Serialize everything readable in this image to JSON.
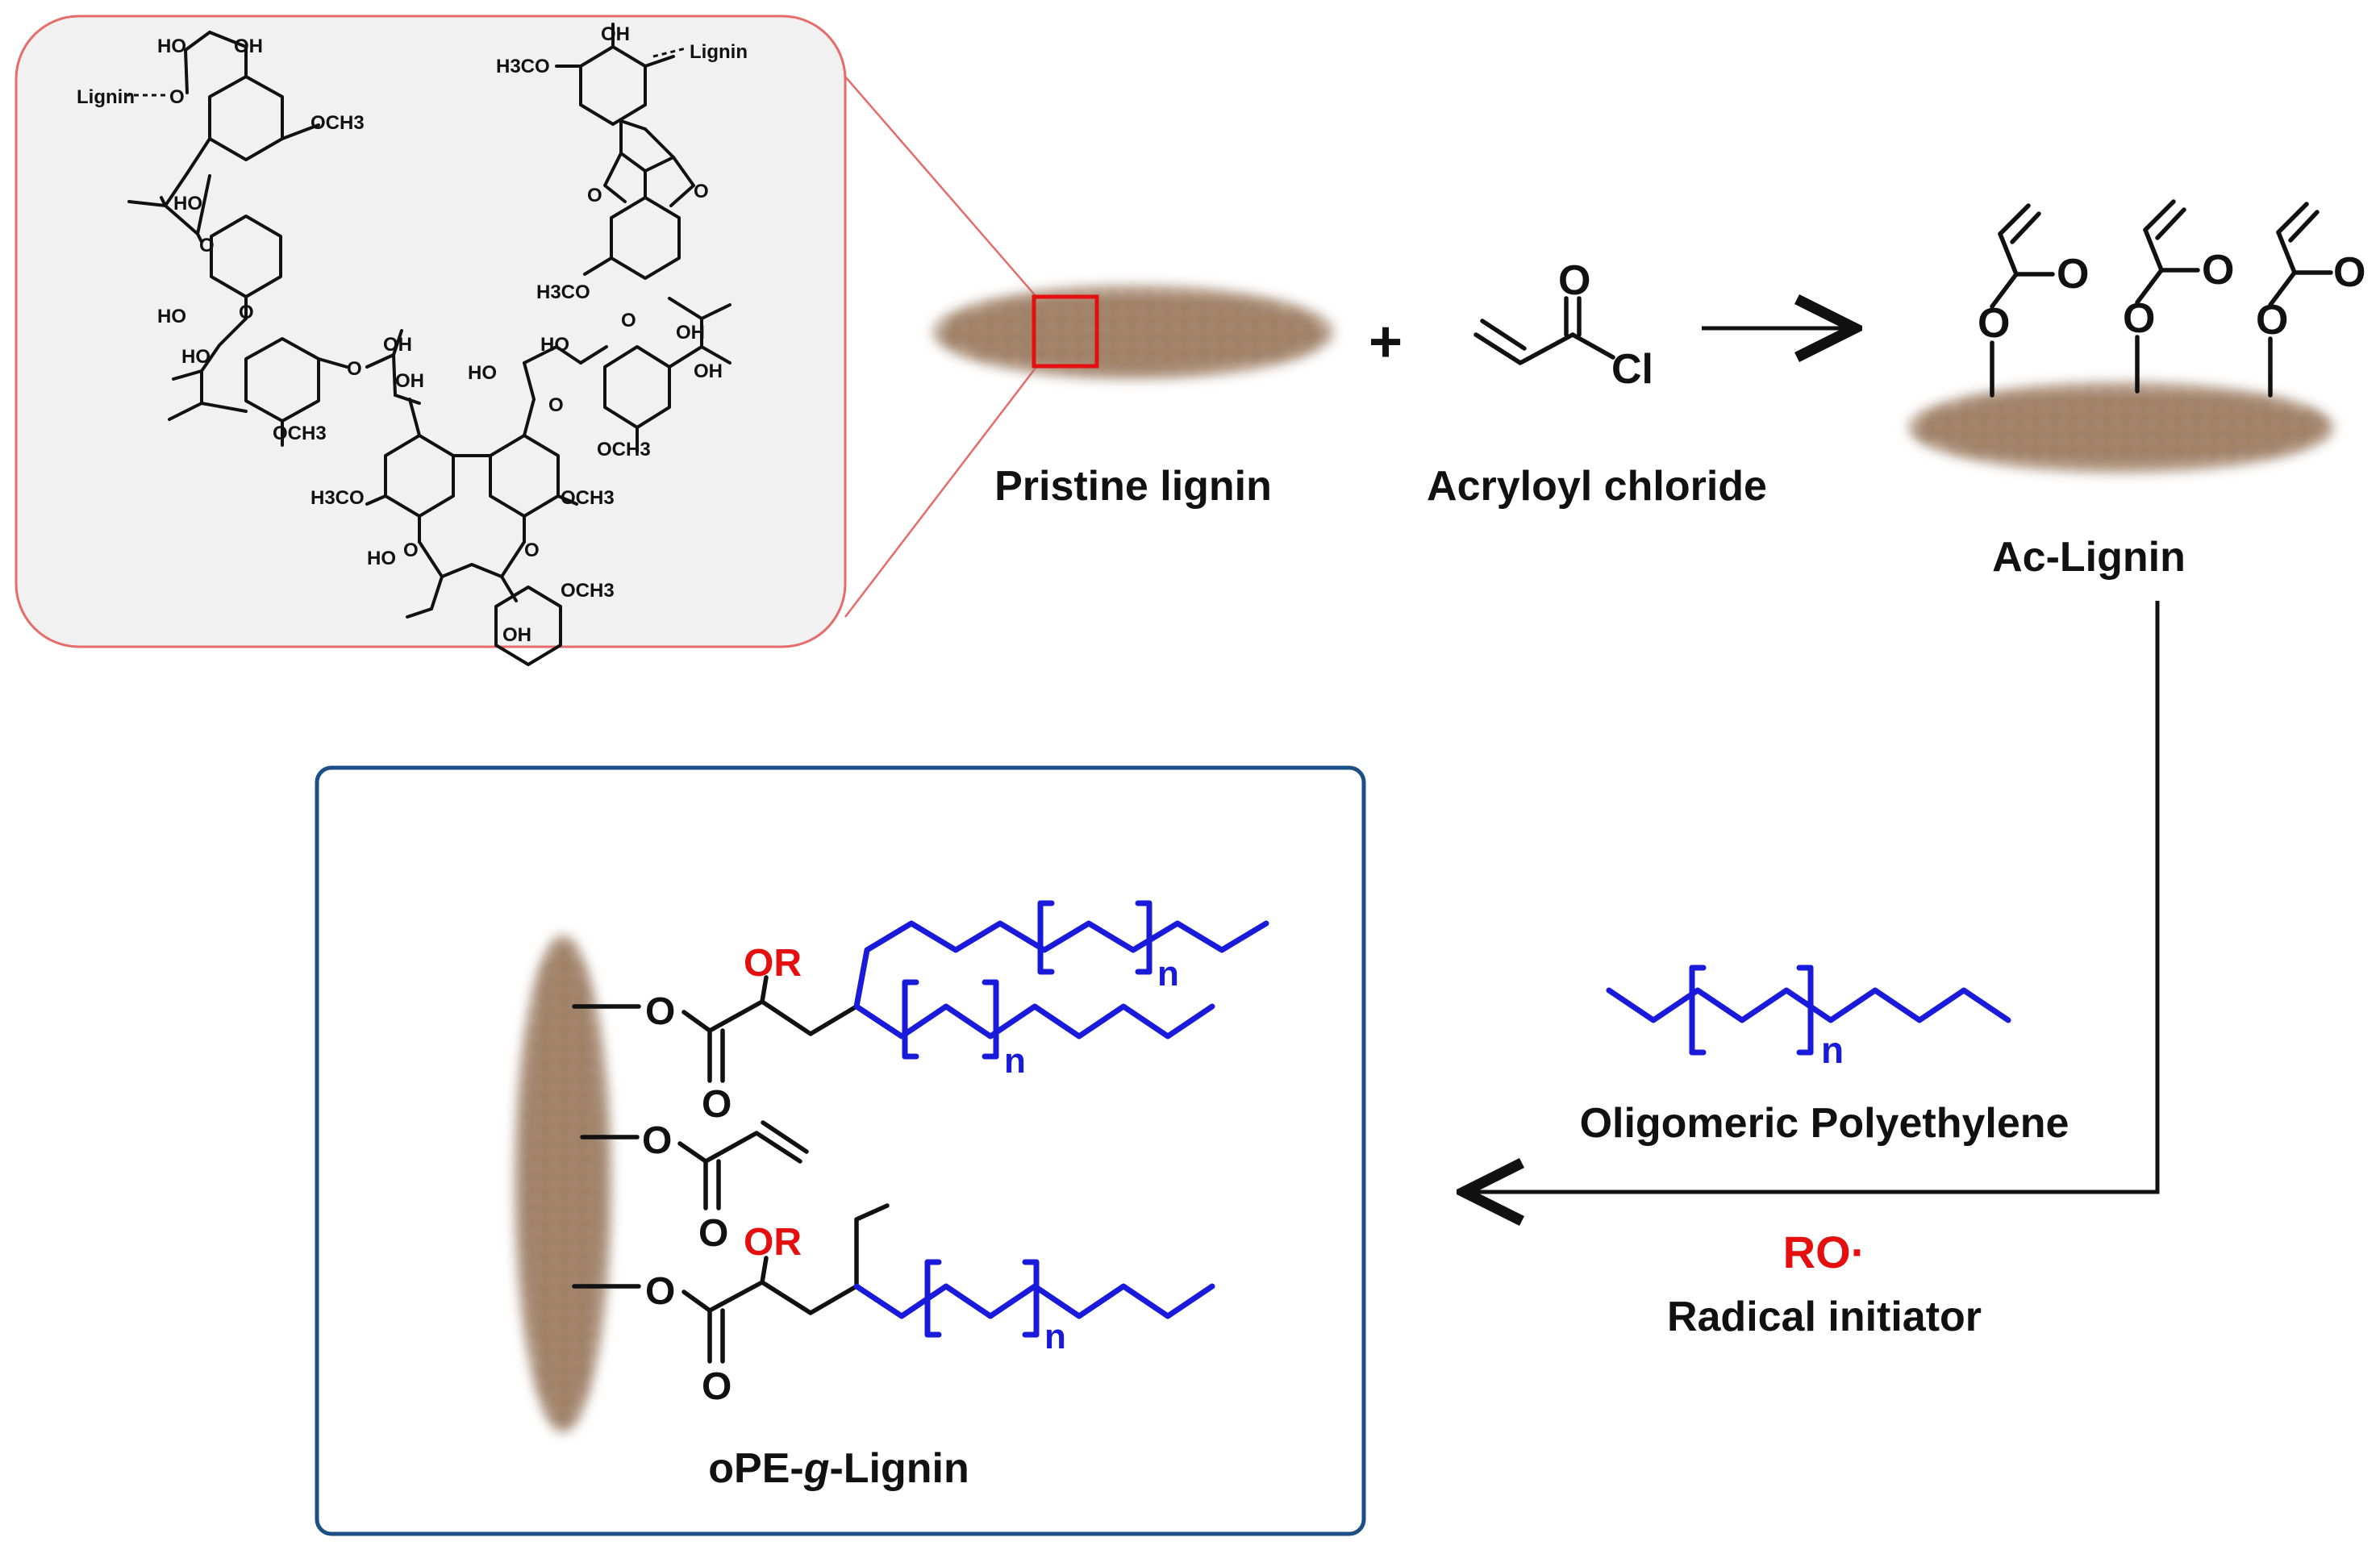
{
  "labels": {
    "pristine": "Pristine lignin",
    "acryloyl": "Acryloyl chloride",
    "ac_lignin": "Ac-Lignin",
    "oligomeric_pe": "Oligomeric Polyethylene",
    "radical_species": "RO·",
    "radical_initiator": "Radical initiator",
    "product_prefix": "oPE-",
    "product_g": "g",
    "product_suffix": "-Lignin",
    "plus": "+"
  },
  "atoms": {
    "o": "O",
    "cl": "Cl",
    "or": "OR",
    "n": "n",
    "ho": "HO",
    "oh": "OH",
    "och3": "OCH3",
    "h3co": "H3CO",
    "lignin_link": "Lignin"
  },
  "colors": {
    "pe_chain": "#1a1adb",
    "or_group": "#e41010",
    "box_border": "#1c4f85",
    "zoom_box": "#e41010",
    "inset_fill": "#f1f1f1",
    "inset_border": "#e66b6b"
  }
}
